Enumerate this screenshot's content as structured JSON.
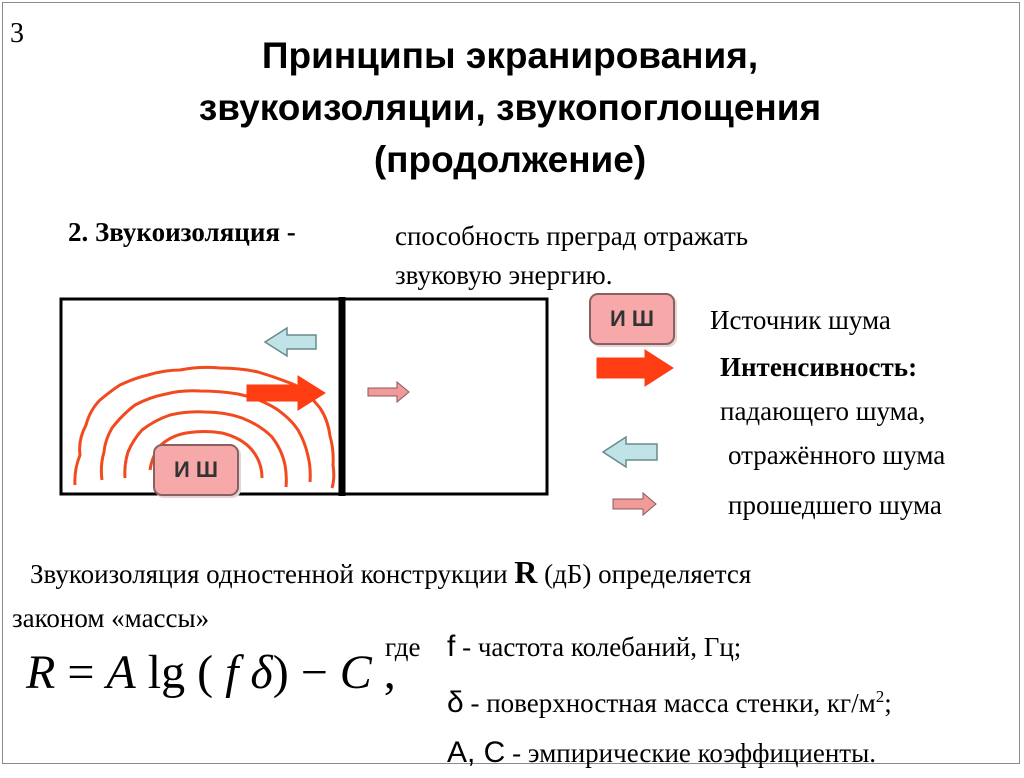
{
  "slide_number": "3",
  "title": {
    "line1": "Принципы экранирования,",
    "line2": "звукоизоляции, звукопоглощения",
    "line3": "(продолжение)"
  },
  "definition": {
    "term": "2. Звукоизоляция  -",
    "text_line1": "способность преград отражать",
    "text_line2": "звуковую энергию."
  },
  "diagram": {
    "source_label": "И Ш"
  },
  "legend": {
    "badge_label": "И Ш",
    "source_text": "Источник шума",
    "intensity_title": "Интенсивность:",
    "incident": "падающего шума,",
    "reflected": "отражённого шума",
    "transmitted": "прошедшего шума"
  },
  "law": {
    "line1_before": "Звукоизоляция одностенной конструкции ",
    "symbol": "R",
    "line1_after": " (дБ) определяется",
    "line2": "законом «массы»"
  },
  "formula": {
    "R": "R",
    "eq": " = ",
    "A": "A",
    "lg": " lg ",
    "open": "( ",
    "f": "f",
    "delta": " δ",
    "close": ") − ",
    "C": "C",
    "comma": " ,"
  },
  "where": {
    "lead": "где",
    "f_symbol": "f",
    "f_text": " - частота колебаний, Гц;",
    "delta_symbol": "δ",
    "delta_text": " - поверхностная масса стенки, кг/м",
    "delta_sup": "2",
    "delta_end": ";",
    "ac_symbol": "A, C",
    "ac_text": " - эмпирические коэффициенты."
  },
  "colors": {
    "wave": "#f24a1e",
    "incident_arrow": "#ff3d12",
    "reflected_arrow": "#bfe3e6",
    "transmitted_arrow": "#f29a9a",
    "badge": "#f7a8a8"
  }
}
